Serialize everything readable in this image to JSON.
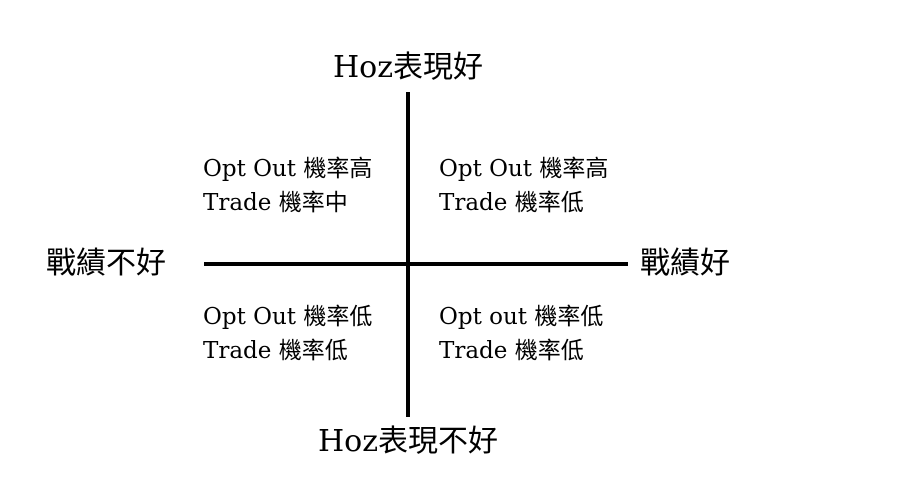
{
  "axes": {
    "top": "Hoz表現好",
    "bottom": "Hoz表現不好",
    "left": "戰績不好",
    "right": "戰績好"
  },
  "quadrants": {
    "top_left": {
      "line1": "Opt Out 機率高",
      "line2": "Trade 機率中"
    },
    "top_right": {
      "line1": "Opt Out 機率高",
      "line2": "Trade 機率低"
    },
    "bottom_left": {
      "line1": "Opt Out 機率低",
      "line2": "Trade 機率低"
    },
    "bottom_right": {
      "line1": "Opt out 機率低",
      "line2": "Trade 機率低"
    }
  }
}
